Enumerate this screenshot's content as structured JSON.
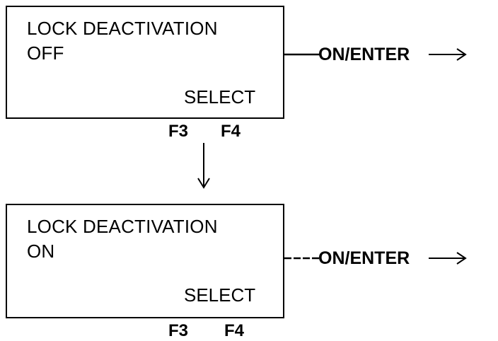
{
  "screens": [
    {
      "line1": "LOCK DEACTIVATION",
      "line2": "OFF",
      "softkey_label": "SELECT",
      "function_keys": [
        "F3",
        "F4"
      ],
      "output_label": "ON/ENTER"
    },
    {
      "line1": "LOCK DEACTIVATION",
      "line2": "ON",
      "softkey_label": "SELECT",
      "function_keys": [
        "F3",
        "F4"
      ],
      "output_label": "ON/ENTER"
    }
  ],
  "colors": {
    "ink": "#000000",
    "background": "#ffffff"
  }
}
